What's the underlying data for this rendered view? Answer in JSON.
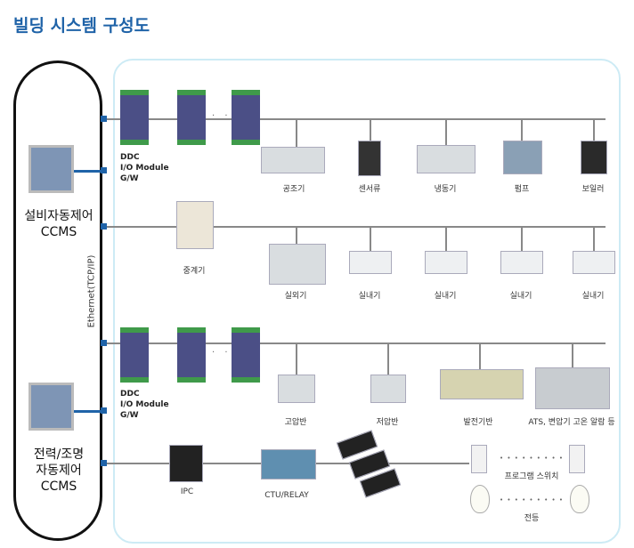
{
  "title": "빌딩 시스템 구성도",
  "left": {
    "hvac_label_1": "설비자동제어",
    "hvac_label_2": "CCMS",
    "power_label_1": "전력/조명",
    "power_label_2": "자동제어 CCMS",
    "ethernet": "Ethernet(TCP/IP)"
  },
  "ddc_label": [
    "DDC",
    "I/O Module",
    "G/W"
  ],
  "ddc_dots": "· ·",
  "row1": [
    "공조기",
    "센서류",
    "냉동기",
    "펌프",
    "보일러"
  ],
  "row2": {
    "relay": "중계기",
    "outdoor": "실외기",
    "indoor": [
      "실내기",
      "실내기",
      "실내기",
      "실내기"
    ]
  },
  "row3": [
    "고압반",
    "저압반",
    "발전기반",
    "ATS, 변압기 고온 알람 등"
  ],
  "row4": {
    "ipc": "IPC",
    "ctu": "CTU/RELAY",
    "switch": "프로그램 스위치",
    "lamp": "전등",
    "dots": "• • • • • • • • •"
  }
}
